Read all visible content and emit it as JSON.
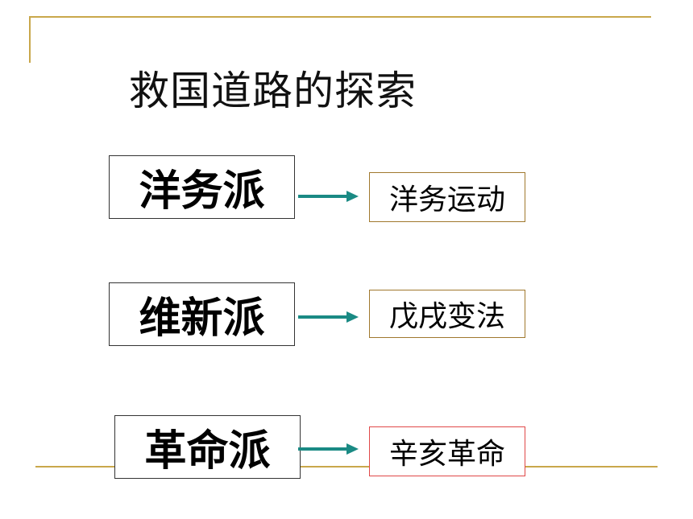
{
  "title": "救国道路的探索",
  "colors": {
    "accent_line": "#c9a74b",
    "arrow": "#1a8a84",
    "box_border_default": "#a0782d",
    "box_border_highlight": "#e04848"
  },
  "rows": [
    {
      "faction": "洋务派",
      "result": "洋务运动",
      "result_border": "#a0782d"
    },
    {
      "faction": "维新派",
      "result": "戊戌变法",
      "result_border": "#a0782d"
    },
    {
      "faction": "革命派",
      "result": "辛亥革命",
      "result_border": "#e04848"
    }
  ]
}
